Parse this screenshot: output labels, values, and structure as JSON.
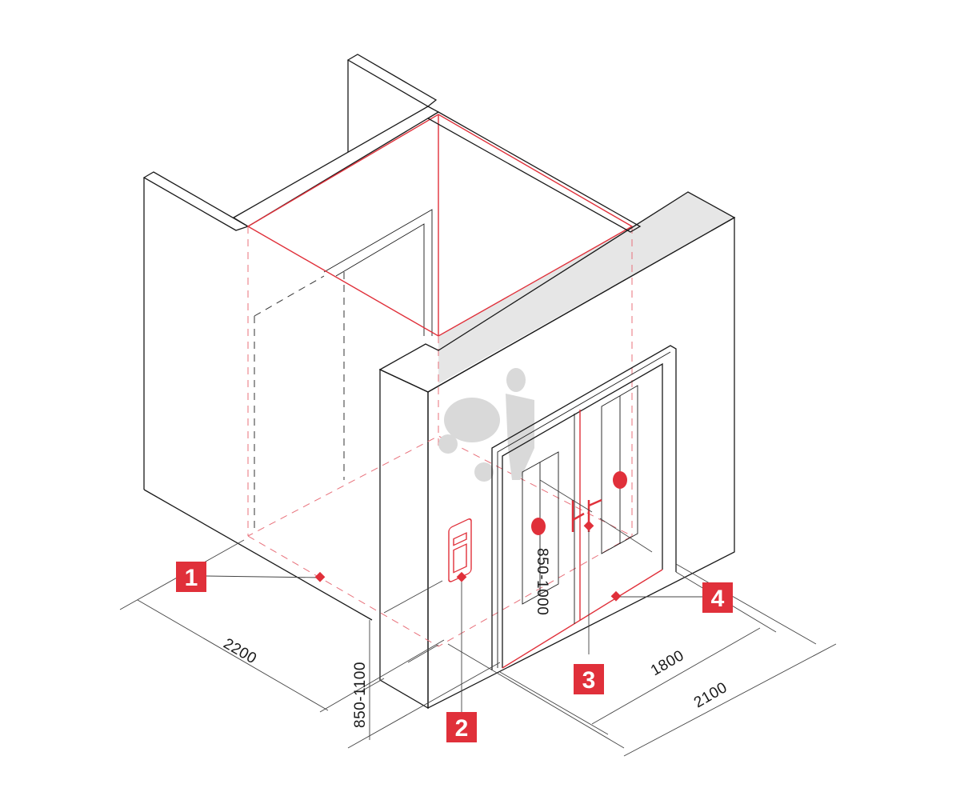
{
  "colors": {
    "accent": "#e0303a",
    "wall_top": "#e6e6e6",
    "line": "#1a1a1a"
  },
  "markers": [
    {
      "number": "1",
      "target": "floor-area"
    },
    {
      "number": "2",
      "target": "intercom-panel"
    },
    {
      "number": "3",
      "target": "door-handles"
    },
    {
      "number": "4",
      "target": "door-threshold"
    }
  ],
  "dimensions": {
    "room_depth": "2200",
    "intercom_height": "850-1100",
    "handle_height": "850-1000",
    "door_width": "1800",
    "room_width": "2100"
  }
}
